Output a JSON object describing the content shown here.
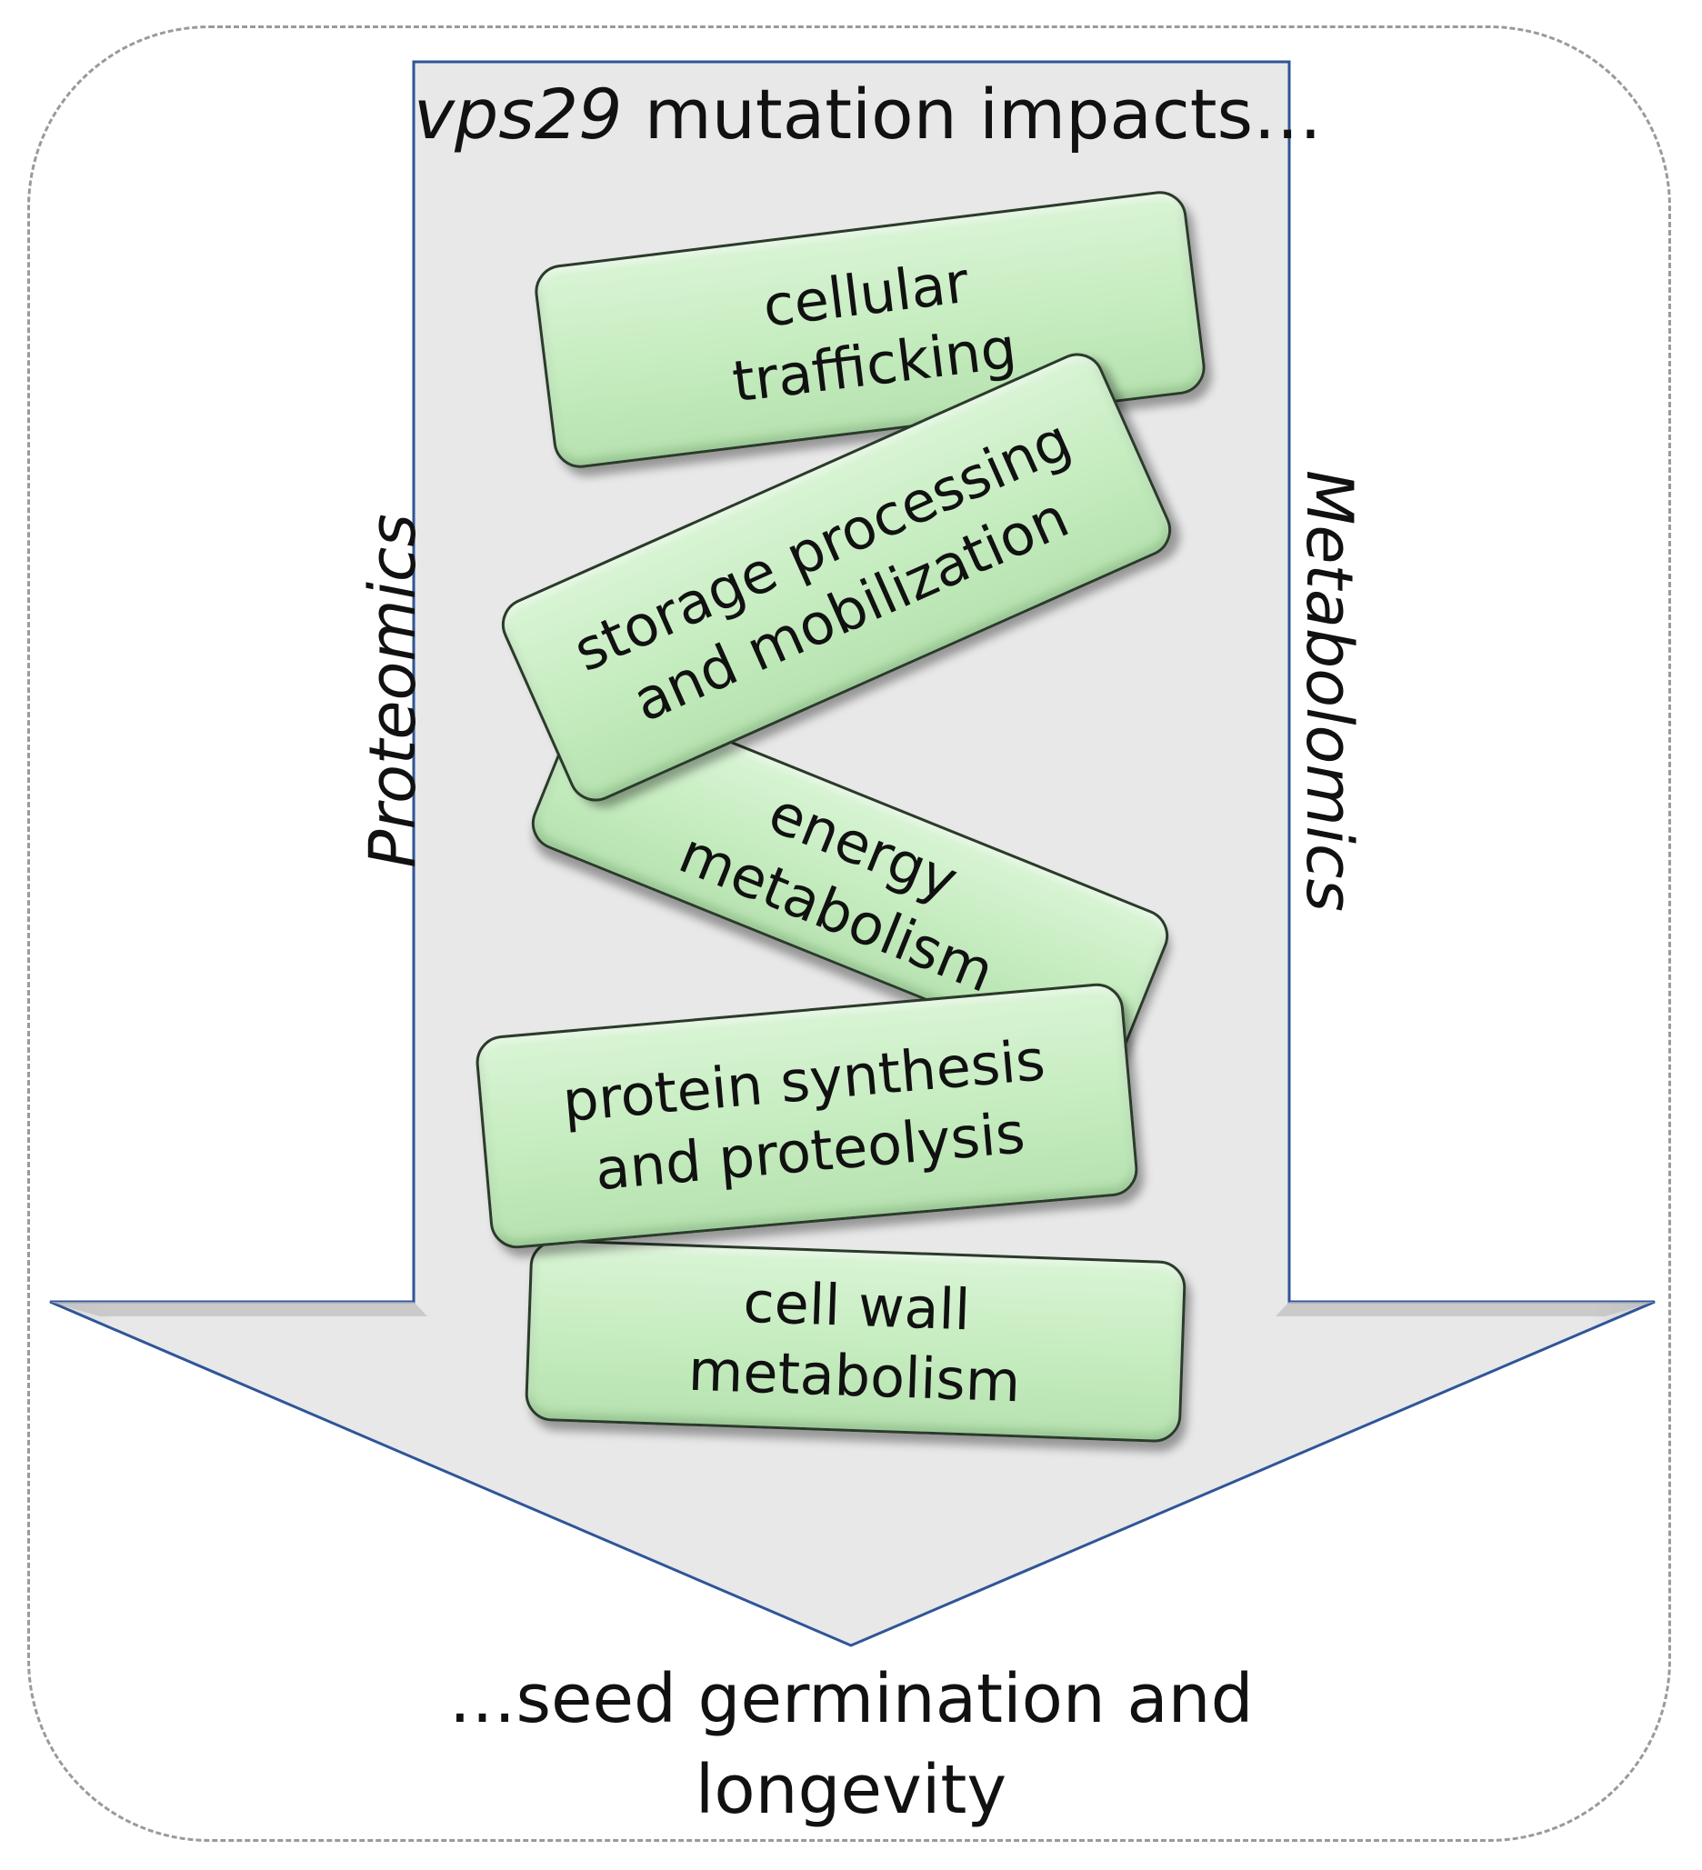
{
  "title": {
    "gene": "vps29",
    "rest": " mutation impacts…"
  },
  "side_labels": {
    "left": "Proteomics",
    "right": "Metabolomics"
  },
  "boxes": [
    {
      "line1": "cellular",
      "line2": "trafficking"
    },
    {
      "line1": "storage processing",
      "line2": "and mobilization"
    },
    {
      "line1": "energy",
      "line2": "metabolism"
    },
    {
      "line1": "protein synthesis",
      "line2": "and proteolysis"
    },
    {
      "line1": "cell wall",
      "line2": "metabolism"
    }
  ],
  "bottom": {
    "line1": "…seed germination and",
    "line2": "longevity"
  },
  "colors": {
    "arrow_fill": "#e6e6e6",
    "arrow_stroke": "#2f5597",
    "box_fill": "#c5ecbf",
    "frame_dash": "#9a9a9a"
  }
}
